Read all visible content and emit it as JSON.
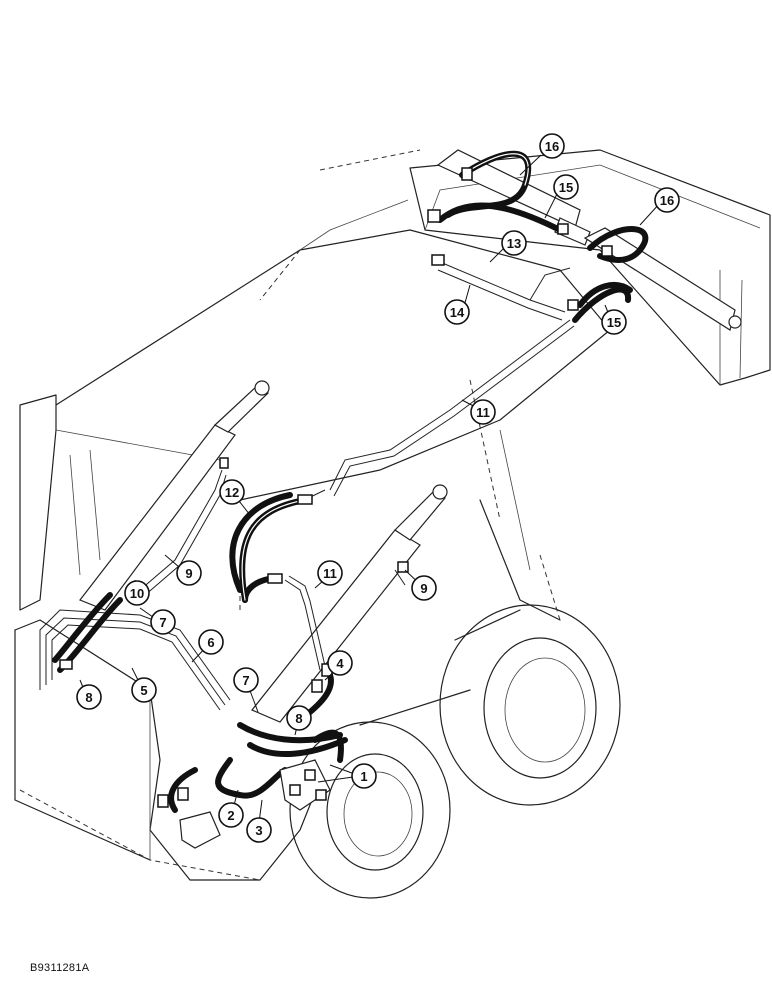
{
  "figure": {
    "code": "B9311281A"
  },
  "callouts": [
    {
      "label": "16"
    },
    {
      "label": "15"
    },
    {
      "label": "16"
    },
    {
      "label": "13"
    },
    {
      "label": "14"
    },
    {
      "label": "15"
    },
    {
      "label": "11"
    },
    {
      "label": "12"
    },
    {
      "label": "9"
    },
    {
      "label": "10"
    },
    {
      "label": "7"
    },
    {
      "label": "6"
    },
    {
      "label": "5"
    },
    {
      "label": "8"
    },
    {
      "label": "11"
    },
    {
      "label": "9"
    },
    {
      "label": "4"
    },
    {
      "label": "7"
    },
    {
      "label": "8"
    },
    {
      "label": "1"
    },
    {
      "label": "2"
    },
    {
      "label": "3"
    }
  ]
}
